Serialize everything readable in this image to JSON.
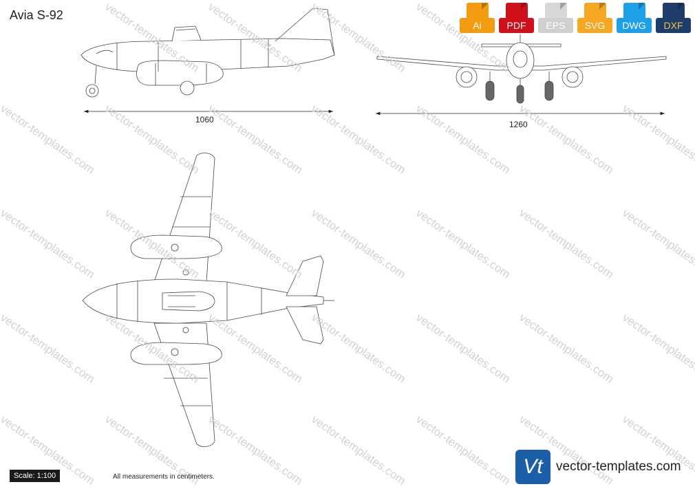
{
  "title": "Avia S-92",
  "formats": [
    {
      "label": "Ai",
      "color": "#f39c12"
    },
    {
      "label": "PDF",
      "color": "#d0101a"
    },
    {
      "label": "EPS",
      "color": "#d7d7d7"
    },
    {
      "label": "SVG",
      "color": "#f5a623"
    },
    {
      "label": "DWG",
      "color": "#1ea0e8"
    },
    {
      "label": "DXF",
      "color": "#1e3d6b"
    }
  ],
  "dimensions": {
    "side_length": "1060",
    "front_span": "1260"
  },
  "scale_label": "Scale: 1:100",
  "note": "All measurements in centimeters.",
  "brand": {
    "logo_text": "Vt",
    "site": "vector-templates.com"
  },
  "watermark": "vector-templates.com"
}
